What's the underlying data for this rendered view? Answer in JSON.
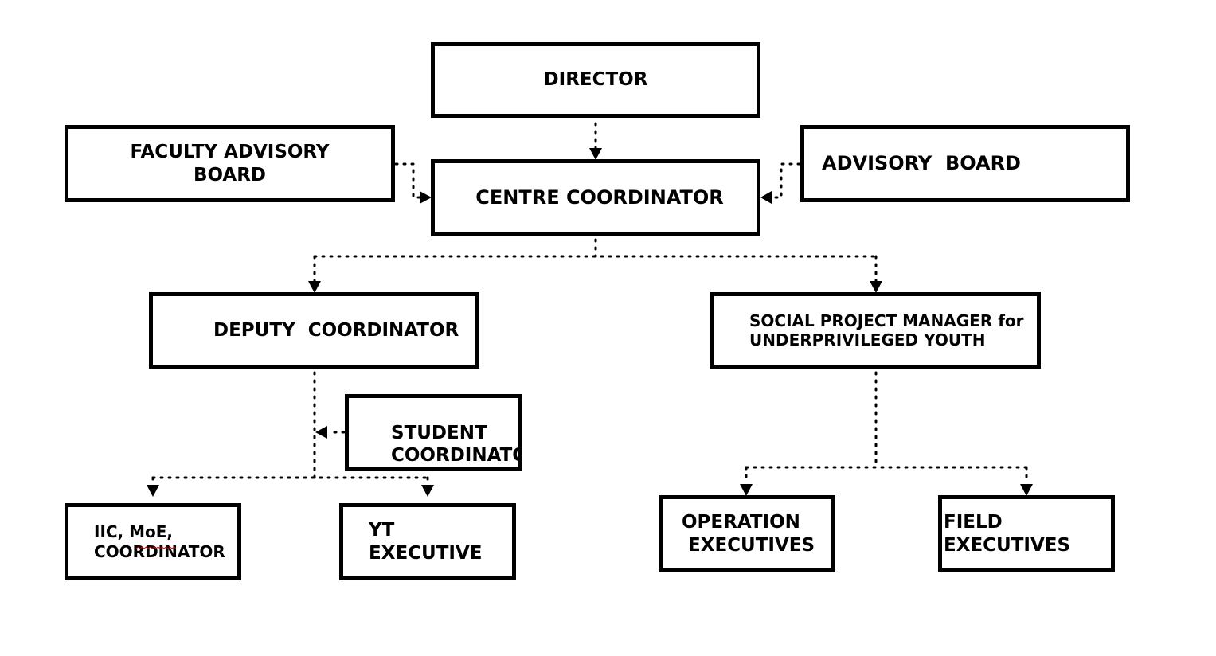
{
  "diagram": {
    "nodes": {
      "director": "DIRECTOR",
      "faculty_advisory_board": "FACULTY ADVISORY\nBOARD",
      "centre_coordinator": "CENTRE COORDINATOR",
      "advisory_board": "ADVISORY  BOARD",
      "deputy_coordinator": "DEPUTY  COORDINATOR",
      "social_project_manager": "SOCIAL PROJECT MANAGER for\nUNDERPRIVILEGED YOUTH",
      "student_coordinator": "STUDENT\nCOORDINATOR",
      "iic_moe_coordinator": "IIC, MoE,\nCOORDINATOR",
      "yt_executive": "YT\nEXECUTIVE",
      "operation_executives": "OPERATION\n EXECUTIVES",
      "field_executives": "FIELD\nEXECUTIVES"
    },
    "edges": [
      {
        "from": "director",
        "to": "centre_coordinator"
      },
      {
        "from": "faculty_advisory_board",
        "to": "centre_coordinator"
      },
      {
        "from": "advisory_board",
        "to": "centre_coordinator"
      },
      {
        "from": "centre_coordinator",
        "to": "deputy_coordinator"
      },
      {
        "from": "centre_coordinator",
        "to": "social_project_manager"
      },
      {
        "from": "student_coordinator",
        "to": "deputy_coordinator"
      },
      {
        "from": "deputy_coordinator",
        "to": "iic_moe_coordinator"
      },
      {
        "from": "deputy_coordinator",
        "to": "yt_executive"
      },
      {
        "from": "social_project_manager",
        "to": "operation_executives"
      },
      {
        "from": "social_project_manager",
        "to": "field_executives"
      }
    ],
    "line_style": "dotted",
    "colors": {
      "stroke": "#000000",
      "spellcheck_underline": "#d40000"
    }
  }
}
